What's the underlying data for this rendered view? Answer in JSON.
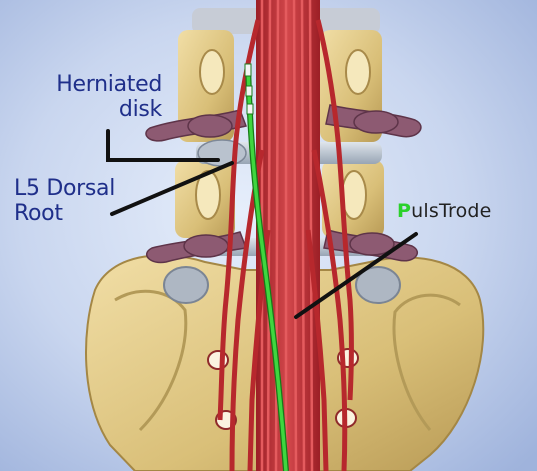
{
  "labels": {
    "herniated_line1": "Herniated",
    "herniated_line2": "disk",
    "l5_line1": "L5 Dorsal",
    "l5_line2": "Root",
    "brand_first": "P",
    "brand_rest": "ulsTrode"
  },
  "colors": {
    "background": "#b9c9e8",
    "bone": "#e3cc8c",
    "bone_shadow": "#b39a58",
    "nerve": "#c8353a",
    "disk": "#c3cbd6",
    "root_sheath": "#8d5a72",
    "electrode": "#39d23a",
    "label": "#1f2f8a",
    "pointer": "#111111"
  }
}
